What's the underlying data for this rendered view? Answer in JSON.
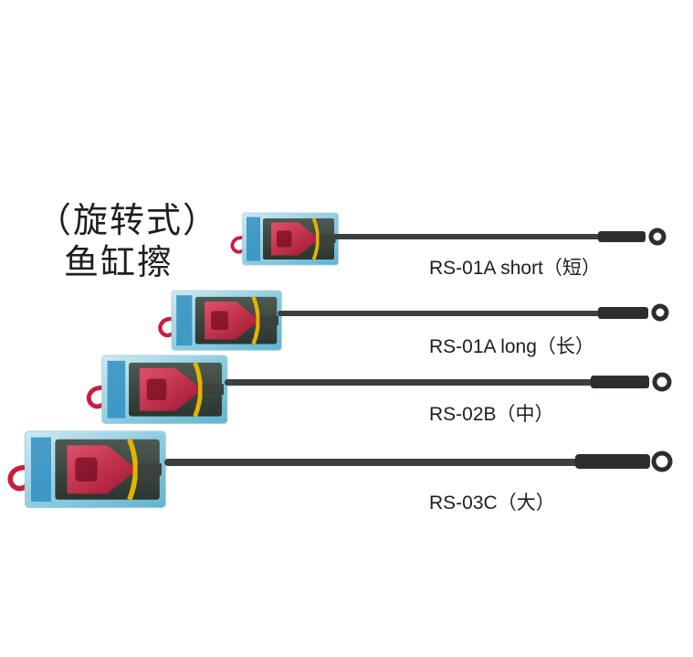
{
  "heading": {
    "line1": "（旋转式）",
    "line2": "鱼缸擦"
  },
  "products": [
    {
      "label": "RS-01A short（短）"
    },
    {
      "label": "RS-01A long（长）"
    },
    {
      "label": "RS-02B（中）"
    },
    {
      "label": "RS-03C（大）"
    }
  ],
  "colors": {
    "handle": "#3b423d",
    "grip": "#2a2f2b",
    "card": "#9fd3e6",
    "scrubber": "#c0233f",
    "hook": "#c81e3c",
    "stripe": "#e4b300"
  }
}
